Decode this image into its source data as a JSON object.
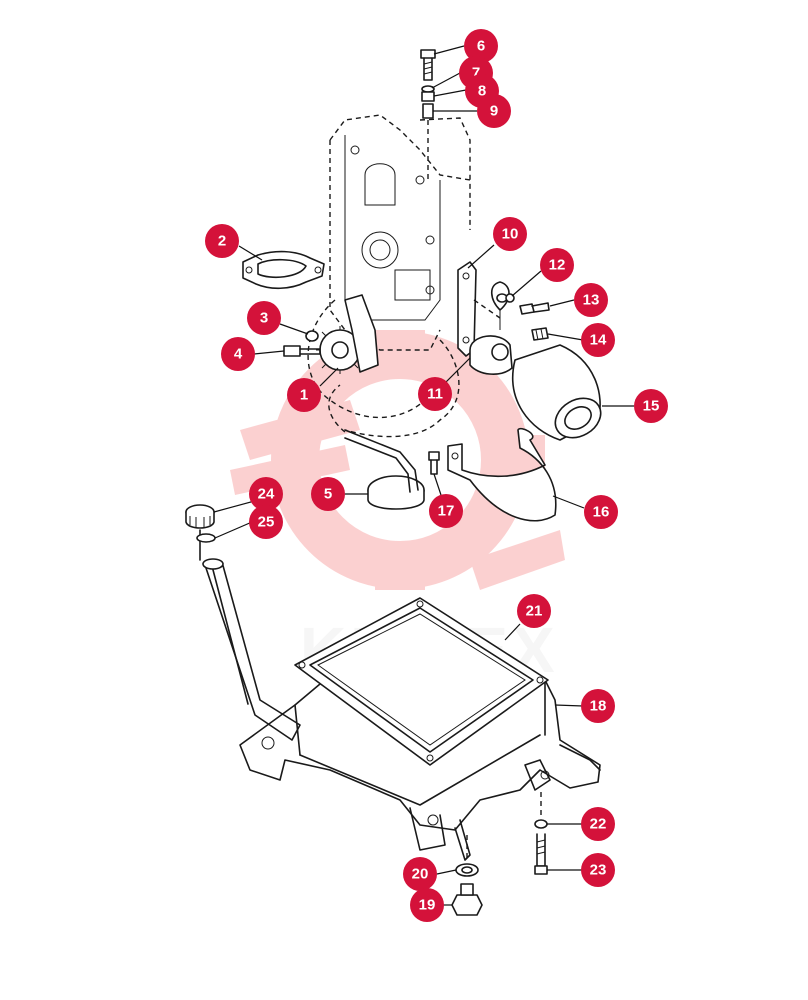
{
  "watermark": {
    "text": "KIHTEX",
    "color": "#f25a5a"
  },
  "badge_color": "#d4123a",
  "callouts": [
    {
      "id": "6",
      "label": "6"
    },
    {
      "id": "7",
      "label": "7"
    },
    {
      "id": "8",
      "label": "8"
    },
    {
      "id": "9",
      "label": "9"
    },
    {
      "id": "2",
      "label": "2"
    },
    {
      "id": "10",
      "label": "10"
    },
    {
      "id": "12",
      "label": "12"
    },
    {
      "id": "13",
      "label": "13"
    },
    {
      "id": "3",
      "label": "3"
    },
    {
      "id": "14",
      "label": "14"
    },
    {
      "id": "4",
      "label": "4"
    },
    {
      "id": "1",
      "label": "1"
    },
    {
      "id": "11",
      "label": "11"
    },
    {
      "id": "15",
      "label": "15"
    },
    {
      "id": "5",
      "label": "5"
    },
    {
      "id": "24",
      "label": "24"
    },
    {
      "id": "17",
      "label": "17"
    },
    {
      "id": "16",
      "label": "16"
    },
    {
      "id": "25",
      "label": "25"
    },
    {
      "id": "21",
      "label": "21"
    },
    {
      "id": "18",
      "label": "18"
    },
    {
      "id": "22",
      "label": "22"
    },
    {
      "id": "20",
      "label": "20"
    },
    {
      "id": "23",
      "label": "23"
    },
    {
      "id": "19",
      "label": "19"
    }
  ]
}
